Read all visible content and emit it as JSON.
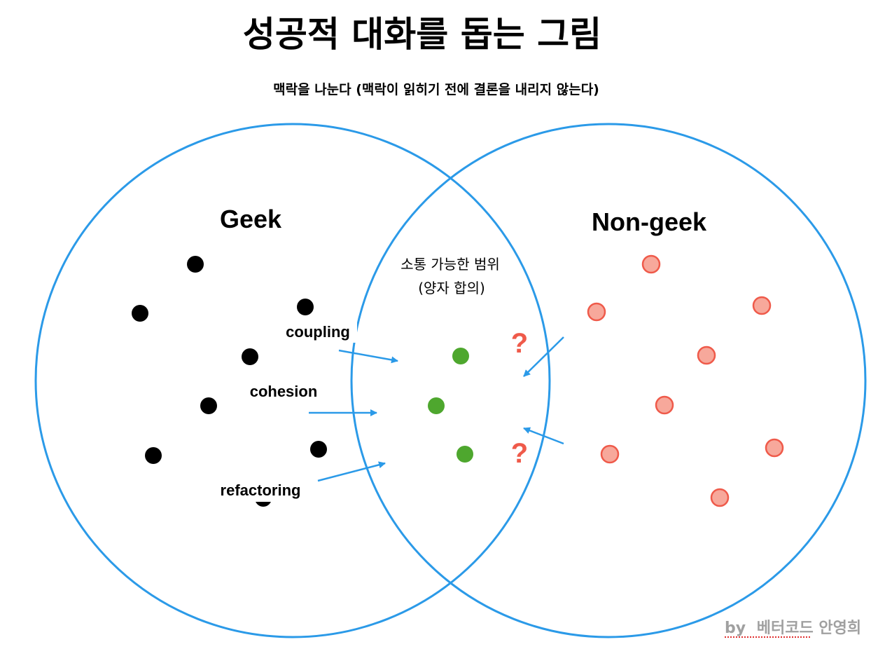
{
  "title": "성공적 대화를 돕는 그림",
  "subtitle": "맥락을 나눈다 (맥락이 읽히기 전에 결론을 내리지 않는다)",
  "sets": {
    "left": {
      "label": "Geek"
    },
    "right": {
      "label": "Non-geek"
    }
  },
  "overlap": {
    "line1": "소통 가능한 범위",
    "line2": "(양자 합의)"
  },
  "terms": [
    "coupling",
    "cohesion",
    "refactoring"
  ],
  "question_mark": "?",
  "credit": {
    "by": "by",
    "name": "베터코드 안영희"
  },
  "colors": {
    "circle_stroke": "#2b9ae8",
    "arrow": "#2b9ae8",
    "geek_dot": "#000000",
    "agreed_dot": "#4ea72e",
    "non_geek_dot_fill": "#f7a89b",
    "non_geek_dot_stroke": "#ef5a4a",
    "question": "#ef5a4a",
    "credit": "#a0a0a0",
    "credit_underline": "#e03030"
  },
  "icons": {
    "arrow_head": "arrowhead-icon"
  }
}
